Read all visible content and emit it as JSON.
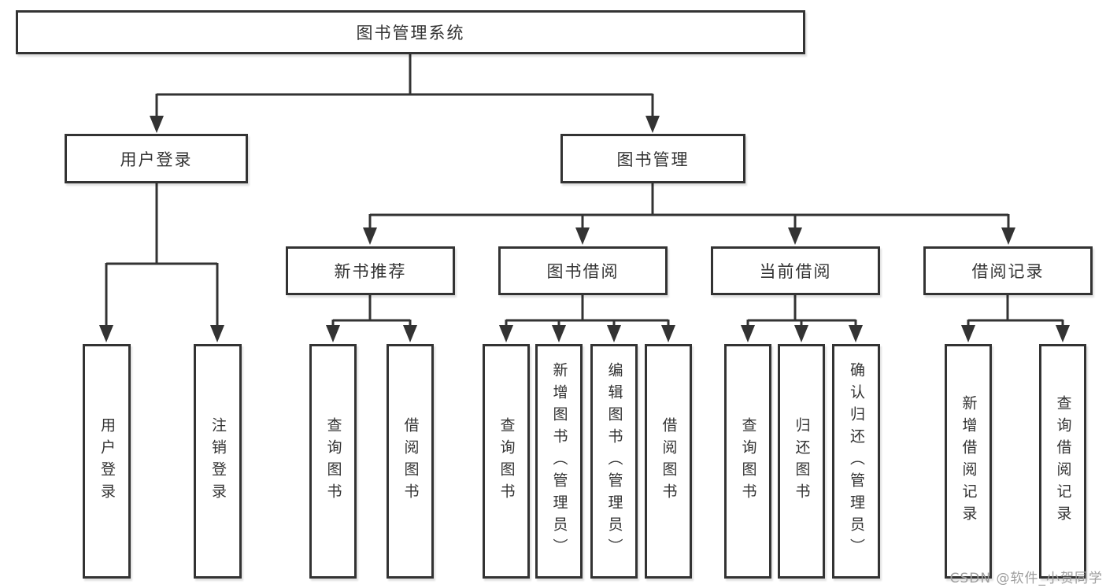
{
  "tree": {
    "label": "图书管理系统",
    "children": [
      {
        "label": "用户登录",
        "children": [
          {
            "label": "用户登录"
          },
          {
            "label": "注销登录"
          }
        ]
      },
      {
        "label": "图书管理",
        "children": [
          {
            "label": "新书推荐",
            "children": [
              {
                "label": "查询图书"
              },
              {
                "label": "借阅图书"
              }
            ]
          },
          {
            "label": "图书借阅",
            "children": [
              {
                "label": "查询图书"
              },
              {
                "label": "新增图书（管理员）"
              },
              {
                "label": "编辑图书（管理员）"
              },
              {
                "label": "借阅图书"
              }
            ]
          },
          {
            "label": "当前借阅",
            "children": [
              {
                "label": "查询图书"
              },
              {
                "label": "归还图书"
              },
              {
                "label": "确认归还（管理员）"
              }
            ]
          },
          {
            "label": "借阅记录",
            "children": [
              {
                "label": "新增借阅记录"
              },
              {
                "label": "查询借阅记录"
              }
            ]
          }
        ]
      }
    ]
  },
  "watermark": {
    "text": "CSDN @软件_小贺同学"
  },
  "colors": {
    "line": "#333333",
    "box_border": "#333333",
    "text": "#333333",
    "watermark": "#9e9e9e",
    "background": "#ffffff"
  }
}
